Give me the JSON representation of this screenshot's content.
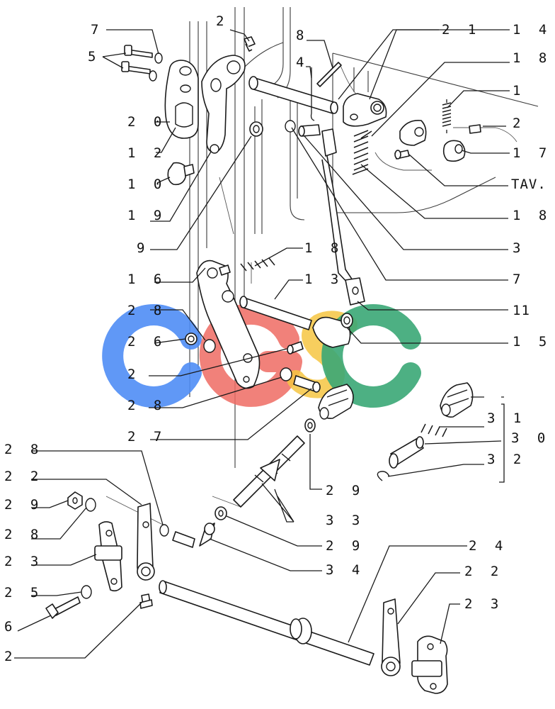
{
  "watermark": {
    "letters": [
      "C",
      "G",
      "S",
      "C"
    ],
    "colors": [
      "#4f8df5",
      "#ef6b63",
      "#f6c542",
      "#3aa776"
    ]
  },
  "callouts": [
    {
      "id": "c-7-top",
      "text": "7"
    },
    {
      "id": "c-2-top",
      "text": "2"
    },
    {
      "id": "c-8-top",
      "text": "8"
    },
    {
      "id": "c-21",
      "text": "2 1"
    },
    {
      "id": "c-14",
      "text": "1 4"
    },
    {
      "id": "c-5",
      "text": "5"
    },
    {
      "id": "c-4",
      "text": "4"
    },
    {
      "id": "c-18-a",
      "text": "1 8"
    },
    {
      "id": "c-1",
      "text": "1"
    },
    {
      "id": "c-20",
      "text": "2 0"
    },
    {
      "id": "c-2-right",
      "text": "2"
    },
    {
      "id": "c-12",
      "text": "1 2"
    },
    {
      "id": "c-17",
      "text": "1 7"
    },
    {
      "id": "c-10",
      "text": "1 0"
    },
    {
      "id": "c-tav",
      "text": "TAV."
    },
    {
      "id": "c-19",
      "text": "1 9"
    },
    {
      "id": "c-18-b",
      "text": "1 8"
    },
    {
      "id": "c-9",
      "text": "9"
    },
    {
      "id": "c-3",
      "text": "3"
    },
    {
      "id": "c-18-c",
      "text": "1 8"
    },
    {
      "id": "c-16",
      "text": "1 6"
    },
    {
      "id": "c-7-mid",
      "text": "7"
    },
    {
      "id": "c-13",
      "text": "1 3"
    },
    {
      "id": "c-28-a",
      "text": "2 8"
    },
    {
      "id": "c-11",
      "text": "11"
    },
    {
      "id": "c-26",
      "text": "2 6"
    },
    {
      "id": "c-15",
      "text": "1 5"
    },
    {
      "id": "c-2-mid",
      "text": "2"
    },
    {
      "id": "c-28-b",
      "text": "2 8"
    },
    {
      "id": "c-27",
      "text": "2 7"
    },
    {
      "id": "c-31",
      "text": "3 1"
    },
    {
      "id": "c-30",
      "text": "3 0"
    },
    {
      "id": "c-28-c",
      "text": "2 8"
    },
    {
      "id": "c-32",
      "text": "3 2"
    },
    {
      "id": "c-22-a",
      "text": "2 2"
    },
    {
      "id": "c-29-a",
      "text": "2 9"
    },
    {
      "id": "c-29-b",
      "text": "2 9"
    },
    {
      "id": "c-28-d",
      "text": "2 8"
    },
    {
      "id": "c-33",
      "text": "3 3"
    },
    {
      "id": "c-29-c",
      "text": "2 9"
    },
    {
      "id": "c-23-a",
      "text": "2 3"
    },
    {
      "id": "c-34",
      "text": "3 4"
    },
    {
      "id": "c-24",
      "text": "2 4"
    },
    {
      "id": "c-25",
      "text": "2 5"
    },
    {
      "id": "c-22-b",
      "text": "2 2"
    },
    {
      "id": "c-6",
      "text": "6"
    },
    {
      "id": "c-23-b",
      "text": "2 3"
    },
    {
      "id": "c-2-bottom",
      "text": "2"
    }
  ]
}
